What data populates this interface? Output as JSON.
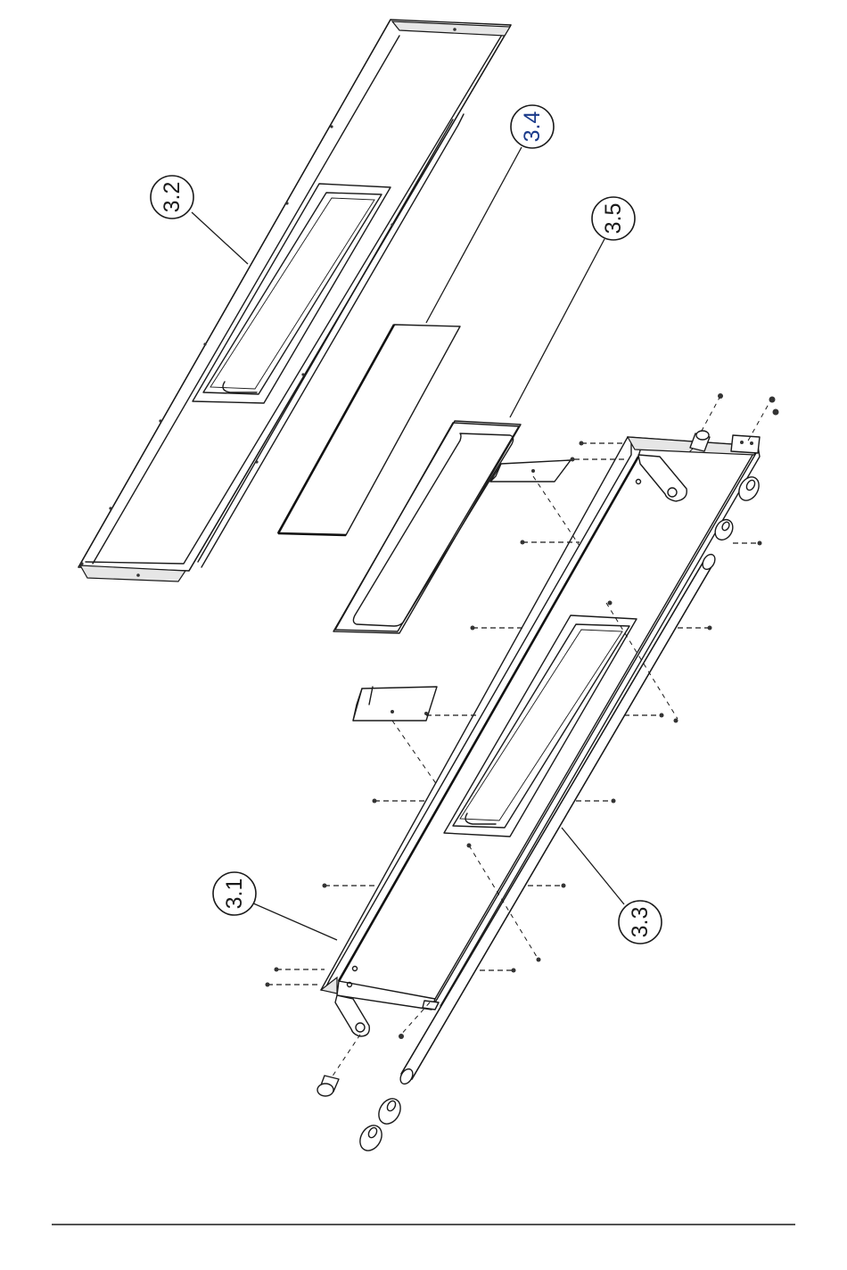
{
  "callouts": [
    {
      "label": "3.1"
    },
    {
      "label": "3.2"
    },
    {
      "label": "3.3"
    },
    {
      "label": "3.4"
    },
    {
      "label": "3.5"
    }
  ],
  "colors": {
    "line": "#1a1a1a",
    "callout_label_accent": "#1a3a8a",
    "background": "#ffffff"
  }
}
